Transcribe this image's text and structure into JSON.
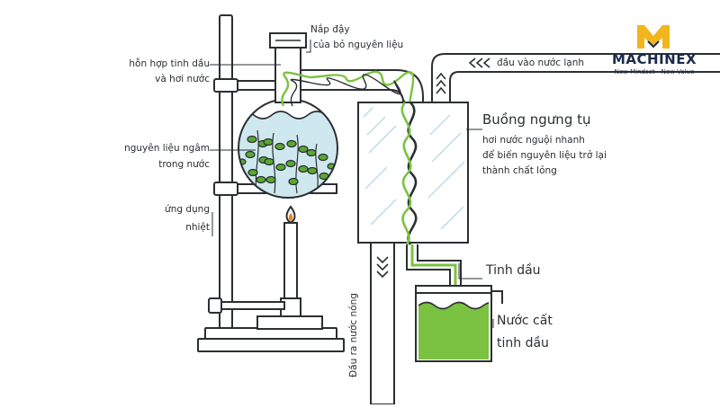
{
  "labels": {
    "lid": [
      "Nắp đậy",
      "của bỏ nguyên liệu"
    ],
    "mixture": [
      "hỗn hợp tinh dầu",
      "và hơi nước"
    ],
    "material": [
      "nguyên liệu ngâm",
      "trong nước"
    ],
    "heat": [
      "ứng dụng",
      "nhiệt"
    ],
    "water_in": "đầu vào nước lạnh",
    "water_out": "Đầu ra nước nóng",
    "condenser_title": "Buồng ngưng tụ",
    "condenser_desc": [
      "hơi nước nguội nhanh",
      "để biến nguyên liệu trở lại",
      "thành chất lỏng"
    ],
    "essential_oil": "Tinh dầu",
    "hydrosol": [
      "Nước cất",
      "tinh dầu"
    ]
  },
  "brand": {
    "name": "MACHINEX",
    "tagline": "New Mindset - New Value",
    "colors": {
      "primary": "#f2b51d",
      "dark": "#1c2b4a"
    }
  },
  "colors": {
    "line": "#2b2f33",
    "green": "#7cc242",
    "leaf": "#5aa832",
    "glass": "#cfe8ef",
    "flame": "#e8821c"
  }
}
